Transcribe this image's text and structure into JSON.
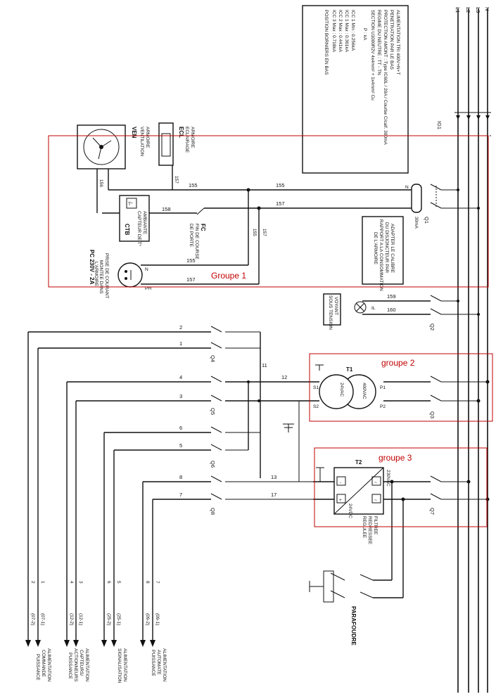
{
  "groups": [
    "Groupe 1",
    "groupe 2",
    "groupe 3"
  ],
  "bus_labels": [
    "L1",
    "L2",
    "L3",
    "N"
  ],
  "info_lines": [
    "ALIMENTATION TRI 400V+N+T",
    "PENETRATION PAR LE BAS",
    "PROTECTION AMONT : Type IC60L / 20A / Courbe C/calf. 300mA",
    "REGIME DU NEUTRE : TT - TN",
    "SECTION U1000R2V 4x4mm² + 1x4mm² Cu",
    "P : kA",
    "ICC 1 Min : 0.256kA",
    "ICC 1 Max : 0.361kA",
    "ICC 2 Max : 0.441kA",
    "ICC 3 Max : 0.718kA",
    "POSITION BORNIERS EN BAS"
  ],
  "components": {
    "ig1": "IG1",
    "q1": "Q1",
    "q1_rating": "30mA",
    "q2": "Q2",
    "q3": "Q3",
    "q4": "Q4",
    "q5": "Q5",
    "q6": "Q6",
    "q7": "Q7",
    "q8": "Q8",
    "ven": "VEN",
    "ven_desc": [
      "VENTILATION",
      "ARMOIRE"
    ],
    "ecl": "ECL",
    "ecl_desc": [
      "ECLAIRAGE",
      "ARMOIRE"
    ],
    "ctb": "CTB",
    "ctb_desc": [
      "CAPTEUR DE T°",
      "AMBIANTE"
    ],
    "fc": "FC",
    "fc_desc": [
      "FIN DE COURSE",
      "DE PORTE"
    ],
    "pc": "PC 230V - 2A",
    "pc_desc": [
      "PRISE DE COURANT",
      "MONTEE DANS",
      "L'ARMOIRE"
    ],
    "adapter_note": [
      "ADAPTER LE CALIBRE",
      "DU DISJONCTEUR PAR",
      "RAPPORT A LA CONSOMMATION",
      "DE L'ARMOIRE"
    ],
    "il": "IL",
    "voyant": [
      "VOYANT",
      "SOUS TENSION"
    ],
    "t1": "T1",
    "t1_primary": "400VAC",
    "t1_secondary": "24VAC",
    "t1_p1": "P1",
    "t1_p2": "P2",
    "t1_s1": "S1",
    "t1_s2": "S2",
    "t2": "T2",
    "t2_in": "230VAC",
    "t2_out": "24VDC",
    "t2_desc": [
      "FILTREE",
      "REDRESSEE",
      "REGULEE"
    ],
    "parafoudre": "PARAFOUDRE"
  },
  "wires": {
    "w155": "155",
    "w157": "157",
    "w156": "156",
    "w158": "158",
    "w159": "159",
    "w160": "160",
    "w11": "11",
    "w12": "12",
    "w13": "13",
    "w17": "17",
    "n": "N",
    "ph": "PH",
    "w1": "1",
    "w2": "2",
    "w3": "3",
    "w4": "4",
    "w5": "5",
    "w6": "6",
    "w7": "7",
    "w8": "8"
  },
  "outputs": [
    {
      "refs": [
        "(07-1)",
        "(07-2)"
      ],
      "desc": [
        "ALIMENTATION",
        "COMMANDE",
        "PUISSANCE"
      ]
    },
    {
      "refs": [
        "(12-1)",
        "(12-2)"
      ],
      "desc": [
        "ALIMENTATION",
        "CAPTEURS/",
        "ACTIONNEURS",
        "PUISSANCE"
      ]
    },
    {
      "refs": [
        "(25-1)",
        "(25-2)"
      ],
      "desc": [
        "ALIMENTATION",
        "SIGNALISATION"
      ]
    },
    {
      "refs": [
        "(09-1)",
        "(09-2)"
      ],
      "desc": [
        "ALIMENTATION",
        "AUTOMATE",
        "PUISSANCE"
      ]
    }
  ],
  "output_wires": [
    "2",
    "1",
    "4",
    "3",
    "6",
    "5",
    "8",
    "7"
  ]
}
